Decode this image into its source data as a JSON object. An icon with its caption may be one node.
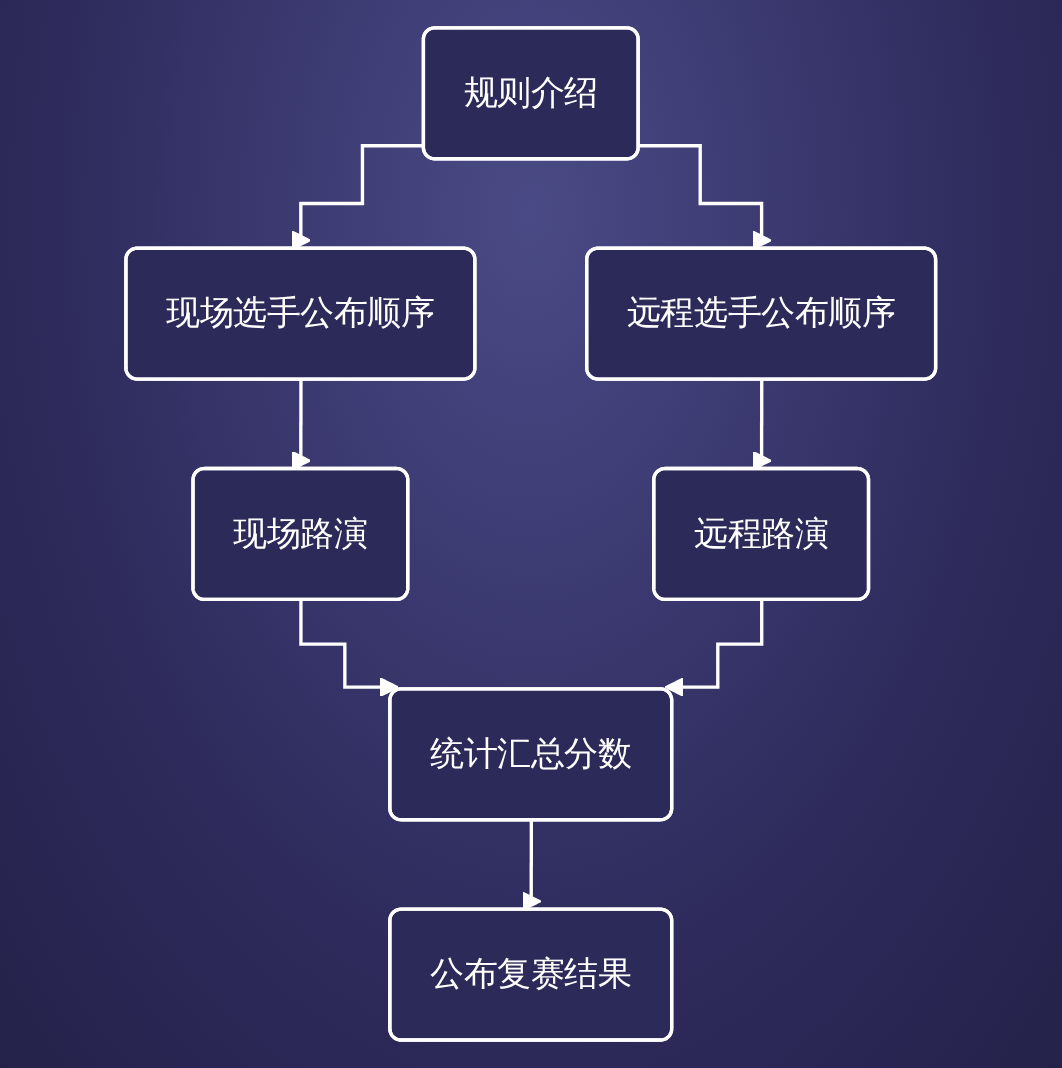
{
  "diagram": {
    "nodes": [
      {
        "text": [
          "规则介绍"
        ]
      },
      {
        "text": [
          "现场选手公布顺序"
        ]
      },
      {
        "text": [
          "远程选手公布顺序"
        ]
      },
      {
        "text": [
          "现场路演"
        ]
      },
      {
        "text": [
          "远程路演"
        ]
      },
      {
        "text": [
          "统计汇总分数"
        ]
      },
      {
        "text": [
          "公布复赛结果"
        ]
      }
    ],
    "edges": [
      {
        "from": 0,
        "to": 1,
        "arrow": "to"
      },
      {
        "from": 0,
        "to": 2,
        "arrow": "to"
      },
      {
        "from": 1,
        "to": 3,
        "arrow": "to"
      },
      {
        "from": 2,
        "to": 4,
        "arrow": "to"
      },
      {
        "from": 3,
        "to": 5,
        "arrow": "to"
      },
      {
        "from": 4,
        "to": 5,
        "arrow": "to"
      },
      {
        "from": 5,
        "to": 6,
        "arrow": "to"
      }
    ]
  }
}
